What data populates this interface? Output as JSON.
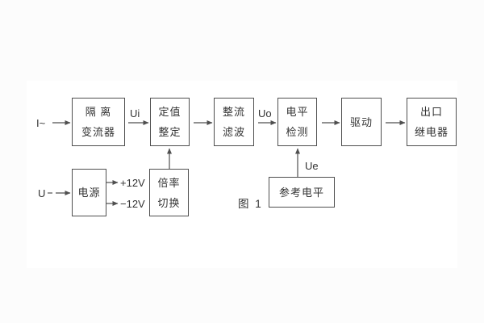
{
  "page": {
    "background": "#fcfcfc",
    "line_color": "#4f4f4f",
    "text_color": "#333333"
  },
  "figure": {
    "caption": "图 1",
    "inputs": {
      "current": "I~",
      "voltage": "U"
    },
    "signal_labels": {
      "ui": "Ui",
      "uo": "Uo",
      "ue": "Ue"
    },
    "power_labels": {
      "positive": "+12V",
      "negative": "−12V"
    },
    "blocks": {
      "isolation": {
        "line1": "隔 离",
        "line2": "变流器"
      },
      "setting": {
        "line1": "定值",
        "line2": "整定"
      },
      "rectifier": {
        "line1": "整流",
        "line2": "滤波"
      },
      "level": {
        "line1": "电平",
        "line2": "检测"
      },
      "drive": {
        "line1": "驱动"
      },
      "output_relay": {
        "line1": "出口",
        "line2": "继电器"
      },
      "power": {
        "line1": "电源"
      },
      "ratio": {
        "line1": "倍率",
        "line2": "切换"
      },
      "reference": {
        "line1": "参考电平"
      }
    }
  }
}
